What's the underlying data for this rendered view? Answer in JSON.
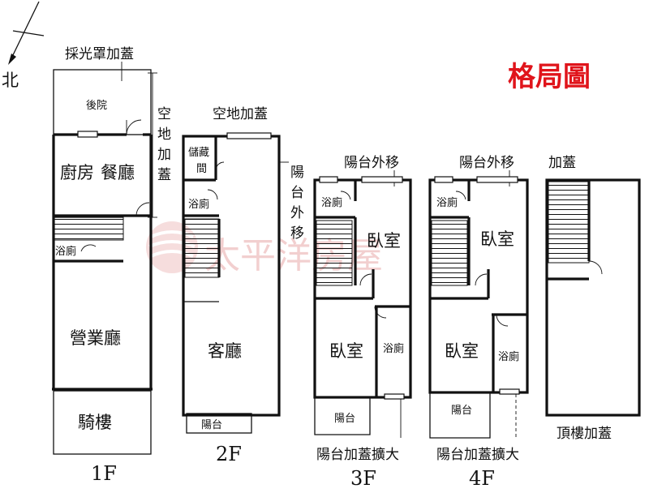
{
  "title": "格局圖",
  "title_color": "#e0141b",
  "compass": {
    "label": "北"
  },
  "watermark": {
    "text": "太平洋房屋",
    "color": "#e8a8a8"
  },
  "floors": {
    "f1": {
      "name": "1F",
      "skylight_label": "採光罩加蓋",
      "backyard_label": "後院",
      "side_label": [
        "空",
        "地",
        "加",
        "蓋"
      ],
      "kitchen_label": "廚房",
      "dining_label": "餐廳",
      "bath_label": "浴廁",
      "business_hall_label": "營業廳",
      "arcade_label": "騎樓"
    },
    "f2": {
      "name": "2F",
      "open_space_label": "空地加蓋",
      "storage_label": [
        "儲藏",
        "間"
      ],
      "bath_label": "浴廁",
      "balcony_move_label": [
        "陽",
        "台",
        "外",
        "移"
      ],
      "living_label": "客廳",
      "balcony_label": "陽台"
    },
    "f3": {
      "name": "3F",
      "balcony_move_label": "陽台外移",
      "bath_top_label": "浴廁",
      "bedroom_top_label": "臥室",
      "bedroom_bottom_label": "臥室",
      "bath_bottom_label": "浴廁",
      "balcony_label": "陽台",
      "balcony_expand_label": "陽台加蓋擴大"
    },
    "f4": {
      "name": "4F",
      "balcony_move_label": "陽台外移",
      "bath_top_label": "浴廁",
      "bedroom_top_label": "臥室",
      "bedroom_bottom_label": "臥室",
      "bath_bottom_label": "浴廁",
      "balcony_label": "陽台",
      "balcony_expand_label": "陽台加蓋擴大"
    },
    "roof": {
      "addition_label": "加蓋",
      "roof_addition_label": "頂樓加蓋"
    }
  }
}
